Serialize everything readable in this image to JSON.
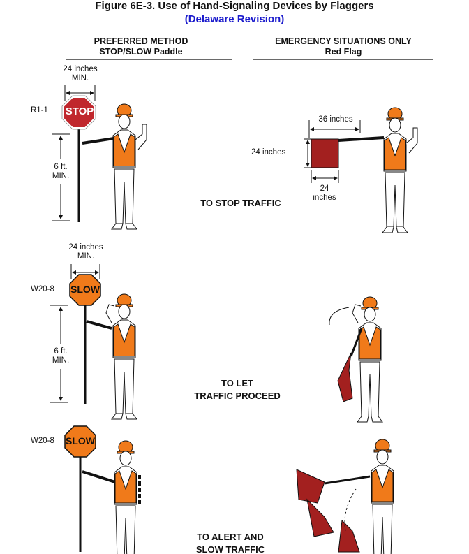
{
  "title": "Figure 6E-3.  Use of Hand-Signaling Devices by Flaggers",
  "subtitle": "(Delaware Revision)",
  "left_column": {
    "heading1": "PREFERRED METHOD",
    "heading2": "STOP/SLOW Paddle"
  },
  "right_column": {
    "heading1": "EMERGENCY SITUATIONS ONLY",
    "heading2": "Red Flag"
  },
  "rows": [
    {
      "caption": [
        "TO STOP TRAFFIC"
      ],
      "sign_code": "R1-1",
      "sign_text": "STOP",
      "width_label": [
        "24 inches",
        "MIN."
      ],
      "height_label": [
        "6 ft.",
        "MIN."
      ],
      "flag_labels": {
        "length": "36 inches",
        "height": "24 inches",
        "width": [
          "24",
          "inches"
        ]
      }
    },
    {
      "caption": [
        "TO LET",
        "TRAFFIC PROCEED"
      ],
      "sign_code": "W20-8",
      "sign_text": "SLOW",
      "width_label": [
        "24 inches",
        "MIN."
      ],
      "height_label": [
        "6 ft.",
        "MIN."
      ]
    },
    {
      "caption": [
        "TO ALERT AND",
        "SLOW TRAFFIC"
      ],
      "sign_code": "W20-8",
      "sign_text": "SLOW"
    }
  ],
  "colors": {
    "stop": "#c0272d",
    "slow": "#f07a1a",
    "flag": "#a3201f",
    "vest": "#f07a1a",
    "subtitle": "#1a1acc"
  }
}
